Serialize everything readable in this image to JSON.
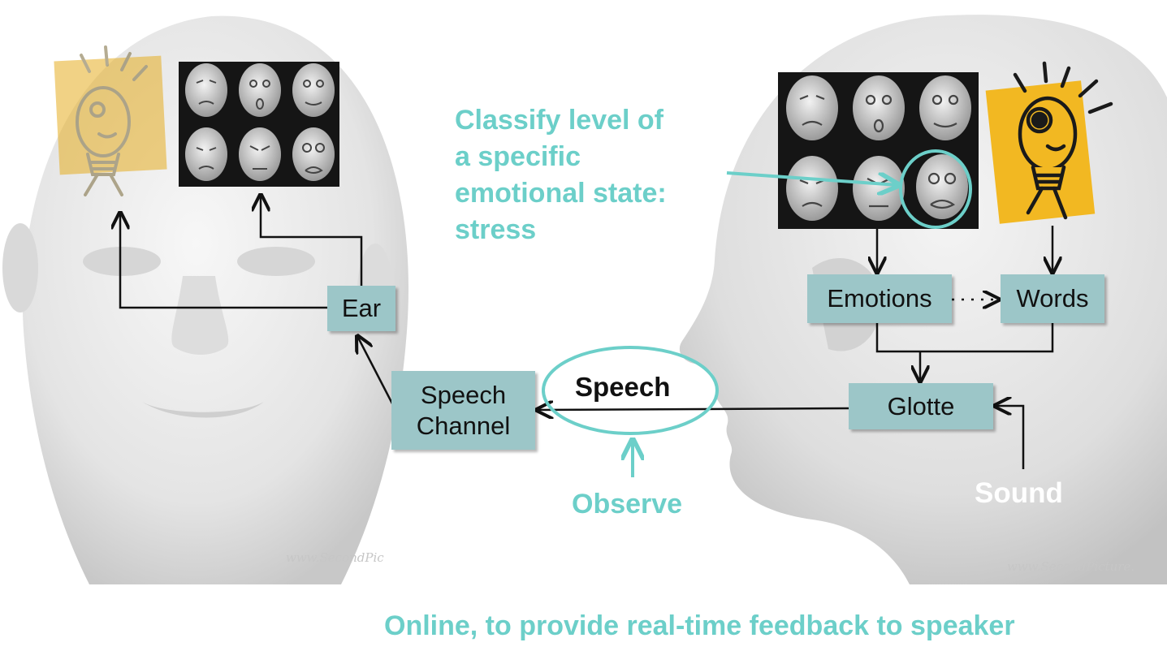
{
  "left_head": {
    "ear_box": "Ear",
    "watermark": "www.SecondPic"
  },
  "right_head": {
    "emotions_box": "Emotions",
    "words_box": "Words",
    "glotte_box": "Glotte",
    "sound_label": "Sound",
    "watermark": "www.SecondPicture."
  },
  "channel": {
    "speech_channel_box": [
      "Speech",
      "Channel"
    ],
    "speech_label": "Speech",
    "observe_label": "Observe"
  },
  "classify_note": [
    "Classify level of",
    "a specific",
    "emotional state:",
    "stress"
  ],
  "footer": "Online, to provide real-time feedback to speaker",
  "colors": {
    "box_fill": "#9cc6c8",
    "accent_teal": "#6ccfc9",
    "bulb_yellow": "#f2b822",
    "head_grey": "#e3e3e3"
  },
  "icons": [
    "lightbulb-character-icon",
    "emotion-masks-grid",
    "head-silhouette"
  ]
}
